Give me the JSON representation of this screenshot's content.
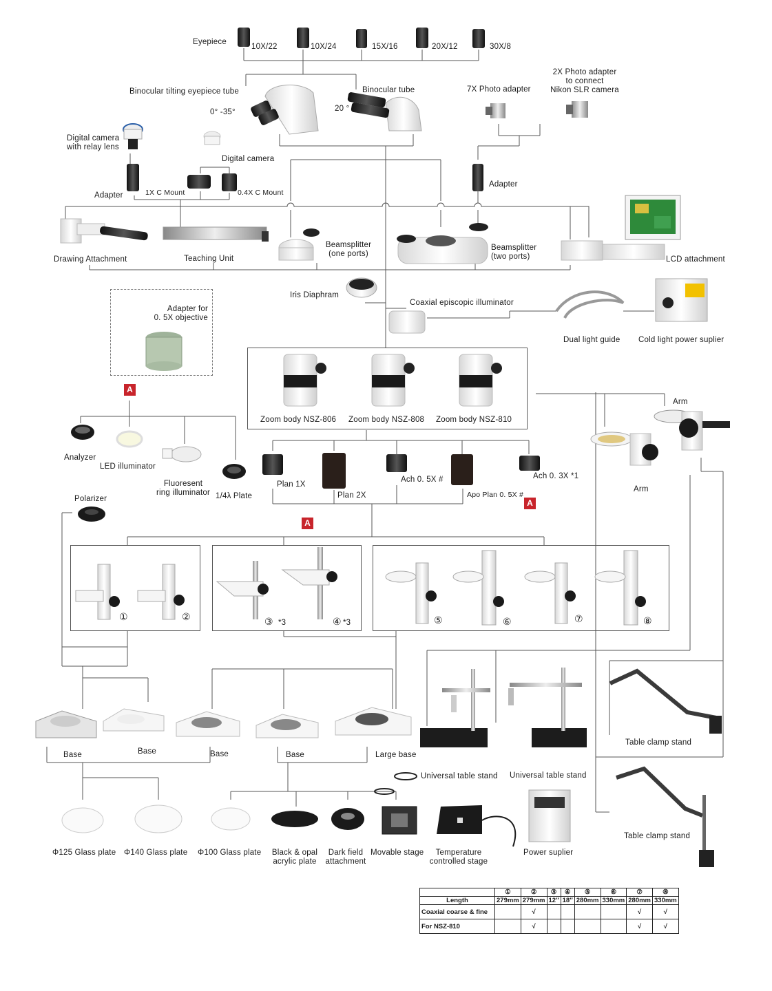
{
  "eyepieces": {
    "title": "Eyepiece",
    "items": [
      "10X/22",
      "10X/24",
      "15X/16",
      "20X/12",
      "30X/8"
    ]
  },
  "tubes": {
    "tilting": "Binocular tilting eyepiece tube",
    "tilting_angle": "0°  -35°",
    "binocular": "Binocular tube",
    "binocular_angle": "20 °"
  },
  "photo": {
    "adapter_7x": "7X Photo adapter",
    "adapter_2x_lines": [
      "2X Photo adapter",
      "to connect",
      "Nikon SLR camera"
    ],
    "adapter": "Adapter"
  },
  "camera": {
    "relay_lines": [
      "Digital camera",
      "with relay lens"
    ],
    "digital": "Digital camera",
    "adapter": "Adapter",
    "mount_1x": "1X C Mount",
    "mount_04x": "0.4X C Mount"
  },
  "attachments": {
    "drawing": "Drawing Attachment",
    "teaching": "Teaching Unit",
    "bs_one_lines": [
      "Beamsplitter",
      "(one ports)"
    ],
    "bs_two_lines": [
      "Beamsplitter",
      "(two ports)"
    ],
    "lcd": "LCD attachment"
  },
  "illumination": {
    "iris": "Iris Diaphram",
    "coaxial": "Coaxial episcopic illuminator",
    "light_guide": "Dual light guide",
    "power": "Cold light power suplier"
  },
  "adapter_box": {
    "lines": [
      "Adapter for",
      "0. 5X objective"
    ],
    "badge": "A"
  },
  "zoom_bodies": [
    "Zoom body NSZ-806",
    "Zoom body NSZ-808",
    "Zoom body NSZ-810"
  ],
  "arms": {
    "arm_top": "Arm",
    "arm_bottom": "Arm"
  },
  "accessories": {
    "analyzer": "Analyzer",
    "led": "LED illuminator",
    "fluor_lines": [
      "Fluoresent",
      "ring illuminator"
    ],
    "quarter_plate": "1/4λ Plate",
    "polarizer": "Polarizer"
  },
  "objectives": {
    "plan_1x": "Plan 1X",
    "plan_2x": "Plan 2X",
    "ach_05x": "Ach 0. 5X  #",
    "apo_05x": "Apo Plan 0. 5X #",
    "ach_03x": "Ach 0. 3X  *1",
    "badge": "A"
  },
  "stands": {
    "numbers": [
      "①",
      "②",
      "③",
      "④",
      "⑤",
      "⑥",
      "⑦",
      "⑧"
    ],
    "note_3": "*3",
    "note_4": "*3"
  },
  "bases": {
    "base1": "Base",
    "base2": "Base",
    "base3": "Base",
    "base4": "Base",
    "large": "Large base",
    "universal1": "Universal table stand",
    "universal2": "Universal table stand",
    "clamp1": "Table clamp stand",
    "clamp2": "Table clamp stand"
  },
  "plates": {
    "p125": "Φ125 Glass plate",
    "p140": "Φ140 Glass plate",
    "p100": "Φ100 Glass plate",
    "acrylic_lines": [
      "Black & opal",
      "acrylic plate"
    ],
    "darkfield_lines": [
      "Dark field",
      "attachment"
    ],
    "movable": "Movable stage",
    "temp_lines": [
      "Temperature",
      "controlled stage"
    ],
    "power": "Power suplier"
  },
  "spec_table": {
    "headers": [
      "①",
      "②",
      "③",
      "④",
      "⑤",
      "⑥",
      "⑦",
      "⑧"
    ],
    "rows": [
      {
        "label": "Length",
        "cells": [
          "279mm",
          "279mm",
          "12″",
          "18″",
          "280mm",
          "330mm",
          "280mm",
          "330mm"
        ]
      },
      {
        "label": "Coaxial coarse & fine",
        "cells": [
          "",
          "√",
          "",
          "",
          "",
          "",
          "√",
          "√"
        ]
      },
      {
        "label": "For NSZ-810",
        "cells": [
          "",
          "√",
          "",
          "",
          "",
          "",
          "√",
          "√"
        ]
      }
    ]
  }
}
